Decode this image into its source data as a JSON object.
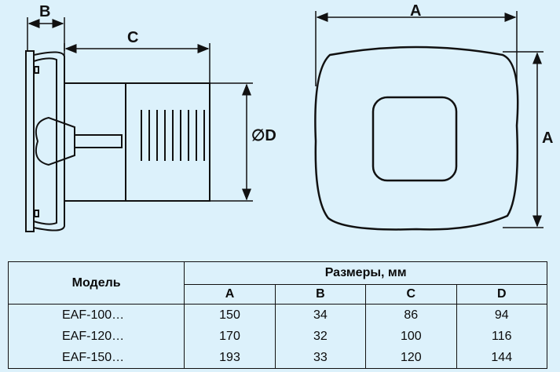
{
  "labels": {
    "dim_b": "B",
    "dim_c": "C",
    "dim_d": "∅D",
    "dim_a_top": "A",
    "dim_a_right": "A"
  },
  "table": {
    "model_header": "Модель",
    "group_header": "Размеры, мм",
    "columns": [
      "A",
      "B",
      "C",
      "D"
    ],
    "rows": [
      {
        "model": "EAF-100…",
        "values": [
          "150",
          "34",
          "86",
          "94"
        ]
      },
      {
        "model": "EAF-120…",
        "values": [
          "170",
          "32",
          "100",
          "116"
        ]
      },
      {
        "model": "EAF-150…",
        "values": [
          "193",
          "33",
          "120",
          "144"
        ]
      }
    ]
  },
  "colors": {
    "background": "#dcf1fb",
    "line": "#111111"
  }
}
